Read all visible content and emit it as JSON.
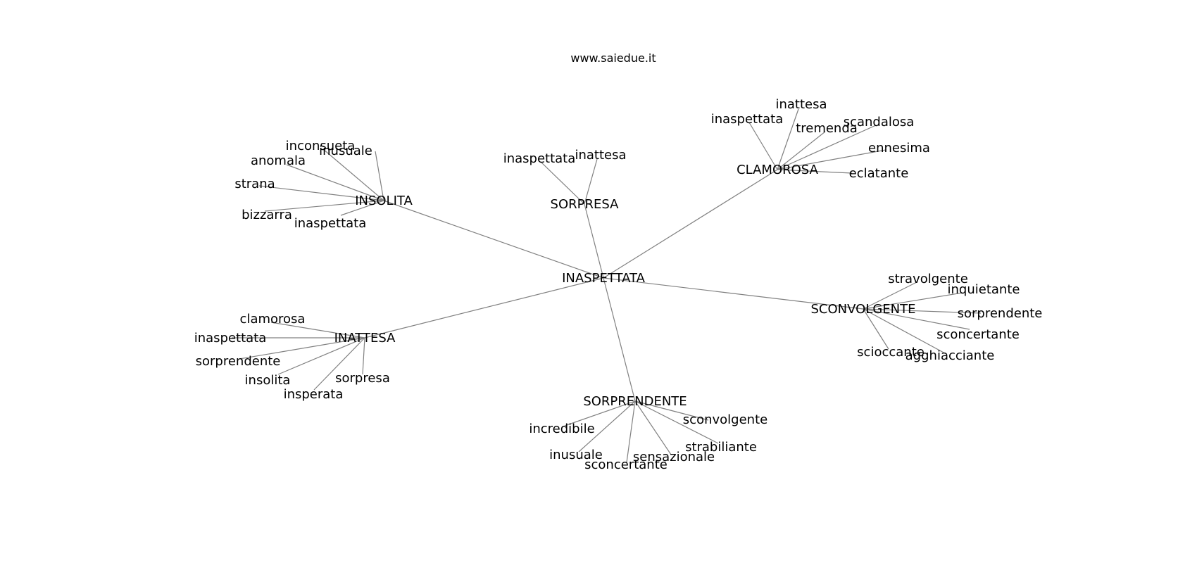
{
  "source": "www.saiedue.it",
  "colors": {
    "edge": "#808080",
    "text": "#000000",
    "background": "#ffffff"
  },
  "graph": {
    "root": "INASPETTATA",
    "groups": [
      {
        "label": "INSOLITA",
        "children": [
          "inconsueta",
          "inusuale",
          "anomala",
          "strana",
          "bizzarra",
          "inaspettata"
        ]
      },
      {
        "label": "SORPRESA",
        "children": [
          "inaspettata",
          "inattesa"
        ]
      },
      {
        "label": "CLAMOROSA",
        "children": [
          "inattesa",
          "inaspettata",
          "tremenda",
          "scandalosa",
          "ennesima",
          "eclatante"
        ]
      },
      {
        "label": "SCONVOLGENTE",
        "children": [
          "stravolgente",
          "inquietante",
          "sorprendente",
          "sconcertante",
          "agghiacciante",
          "scioccante"
        ]
      },
      {
        "label": "SORPRENDENTE",
        "children": [
          "sconvolgente",
          "incredibile",
          "strabiliante",
          "inusuale",
          "sensazionale",
          "sconcertante"
        ]
      },
      {
        "label": "INATTESA",
        "children": [
          "clamorosa",
          "inaspettata",
          "sorprendente",
          "insolita",
          "sorpresa",
          "insperata"
        ]
      }
    ]
  }
}
